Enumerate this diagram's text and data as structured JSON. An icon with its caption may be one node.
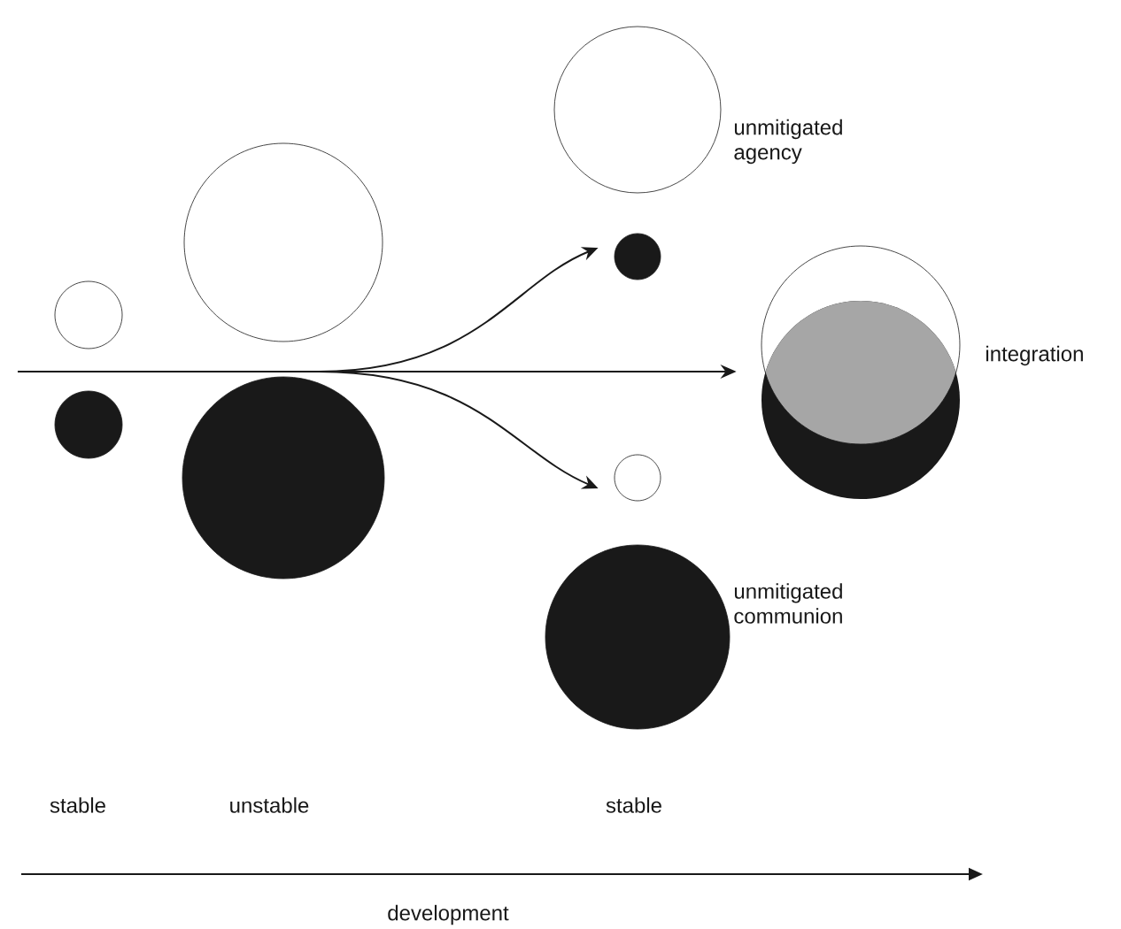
{
  "diagram": {
    "nodes": [
      {
        "text": [],
        "shape": "circle"
      },
      {
        "text": [],
        "shape": "circle"
      },
      {
        "text": [],
        "shape": "circle"
      },
      {
        "text": [],
        "shape": "circle"
      },
      {
        "text": [],
        "shape": "circle",
        "beside": [
          "unmitigated agency"
        ]
      },
      {
        "text": [],
        "shape": "circle"
      },
      {
        "text": [],
        "shape": "circle",
        "beside": [
          "integration"
        ]
      },
      {
        "text": [],
        "shape": "circle"
      },
      {
        "text": [],
        "shape": "circle",
        "beside": [
          "unmitigated communion"
        ]
      }
    ],
    "edges": [
      {
        "from": null,
        "to": 5,
        "arrow": "to"
      },
      {
        "from": null,
        "to": 6,
        "arrow": "to"
      },
      {
        "from": null,
        "to": 7,
        "arrow": "to"
      }
    ],
    "labels": [
      "stable",
      "unstable",
      "stable",
      "development"
    ]
  }
}
